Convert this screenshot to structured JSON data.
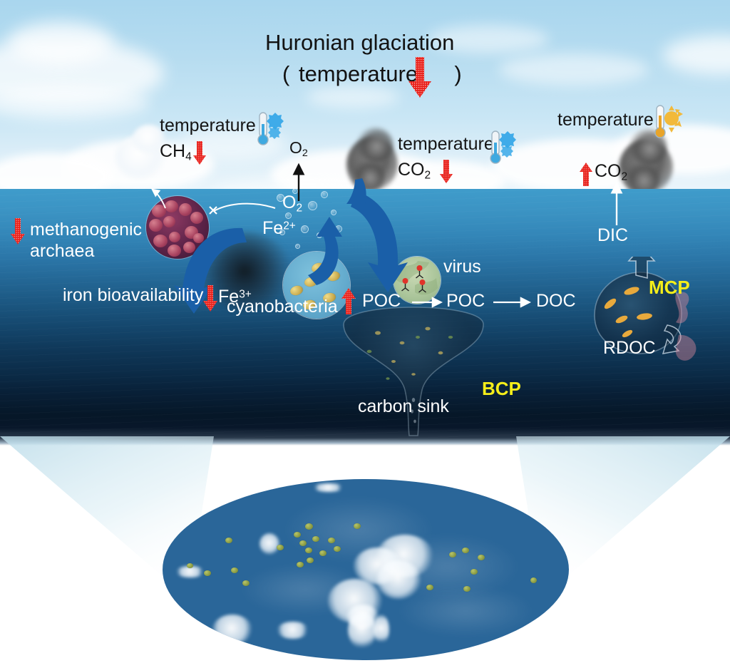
{
  "figure": {
    "title_line1": "Huronian glaciation",
    "title_line2_open": "(",
    "title_line2_text": "temperature",
    "title_line2_close": ")"
  },
  "colors": {
    "sky_top": "#a9d6ee",
    "sky_bottom": "#eaf5fb",
    "ocean_top": "#3f9ccb",
    "ocean_bottom": "#061728",
    "red_arrow": "#e8201a",
    "yellow_label": "#f5ee1a",
    "white_label": "#ffffff",
    "dark_label": "#151515",
    "blue_arrow": "#1a5fa8",
    "globe_ocean": "#2a6699",
    "globe_cell": "#8a9b43"
  },
  "atmosphere": {
    "left_group": {
      "temperature_label": "temperature",
      "thermometer_icon": "thermometer-cold-icon",
      "gas_label": "CH",
      "gas_sub": "4",
      "gas_arrow_icon": "red-down-arrow-icon",
      "gas_trend": "down"
    },
    "middle_group": {
      "temperature_label": "temperature",
      "thermometer_icon": "thermometer-cold-icon",
      "gas_label": "CO",
      "gas_sub": "2",
      "gas_arrow_icon": "red-down-arrow-icon",
      "gas_trend": "down"
    },
    "right_group": {
      "temperature_label": "temperature",
      "thermometer_icon": "thermometer-warm-sun-icon",
      "gas_label": "CO",
      "gas_sub": "2",
      "gas_arrow_icon": "red-up-arrow-icon",
      "gas_trend": "up"
    },
    "oxygen_outgas_label": "O",
    "oxygen_outgas_sub": "2"
  },
  "ocean": {
    "methanogenic": {
      "label_line1": "methanogenic",
      "label_line2": "archaea",
      "arrow_icon": "red-down-arrow-icon",
      "trend": "down",
      "inset_icon": "methanogenic-archaea-micrograph"
    },
    "iron_bioavailability": {
      "label": "iron bioavailability",
      "arrow_icon": "red-down-arrow-icon",
      "trend": "down"
    },
    "oxygen": {
      "label": "O",
      "sub": "2"
    },
    "ferrous": {
      "label": "Fe",
      "sup": "2+"
    },
    "ferric": {
      "label": "Fe",
      "sup": "3+"
    },
    "cyanobacteria": {
      "label": "cyanobacteria",
      "arrow_icon": "red-up-arrow-icon",
      "trend": "up",
      "inset_icon": "cyanobacteria-cells-inset"
    },
    "virus": {
      "label": "virus",
      "inset_icon": "virus-phage-inset"
    },
    "carbon_chain": [
      "POC",
      "POC",
      "DOC"
    ],
    "rdoc_label": "RDOC",
    "dic_label": "DIC",
    "mcp_label": "MCP",
    "bcp_label": "BCP",
    "carbon_sink_label": "carbon sink"
  },
  "globe_inset": {
    "icon": "glaciated-earth-ellipse-inset",
    "ocean_color": "#2a6699",
    "ice_color": "#ffffff",
    "cell_color": "#8a9b43",
    "cell_count": 32
  },
  "chart_data": {
    "type": "diagram",
    "title": "Huronian glaciation",
    "subtitle": "( temperature ↓ )",
    "description": "Conceptual diagram of the Huronian glaciation ocean carbon cycle",
    "nodes": [
      {
        "id": "temperature_left",
        "label": "temperature",
        "trend": "down",
        "zone": "atmosphere"
      },
      {
        "id": "ch4",
        "label": "CH4",
        "trend": "down",
        "zone": "atmosphere"
      },
      {
        "id": "temperature_mid",
        "label": "temperature",
        "trend": "down",
        "zone": "atmosphere"
      },
      {
        "id": "co2_down",
        "label": "CO2",
        "trend": "down",
        "zone": "atmosphere"
      },
      {
        "id": "temperature_right",
        "label": "temperature",
        "trend": "up",
        "zone": "atmosphere"
      },
      {
        "id": "co2_up",
        "label": "CO2",
        "trend": "up",
        "zone": "atmosphere"
      },
      {
        "id": "o2_out",
        "label": "O2",
        "trend": "none",
        "zone": "atmosphere"
      },
      {
        "id": "methanogenic_archaea",
        "label": "methanogenic archaea",
        "trend": "down",
        "zone": "ocean"
      },
      {
        "id": "iron_bioavailability",
        "label": "iron bioavailability",
        "trend": "down",
        "zone": "ocean"
      },
      {
        "id": "o2",
        "label": "O2",
        "trend": "none",
        "zone": "ocean"
      },
      {
        "id": "fe2",
        "label": "Fe2+",
        "trend": "none",
        "zone": "ocean"
      },
      {
        "id": "fe3",
        "label": "Fe3+",
        "trend": "none",
        "zone": "ocean"
      },
      {
        "id": "cyanobacteria",
        "label": "cyanobacteria",
        "trend": "up",
        "zone": "ocean"
      },
      {
        "id": "virus",
        "label": "virus",
        "trend": "none",
        "zone": "ocean"
      },
      {
        "id": "poc1",
        "label": "POC",
        "trend": "none",
        "zone": "ocean"
      },
      {
        "id": "poc2",
        "label": "POC",
        "trend": "none",
        "zone": "ocean"
      },
      {
        "id": "doc",
        "label": "DOC",
        "trend": "none",
        "zone": "ocean"
      },
      {
        "id": "rdoc",
        "label": "RDOC",
        "trend": "none",
        "zone": "ocean"
      },
      {
        "id": "dic",
        "label": "DIC",
        "trend": "none",
        "zone": "ocean"
      },
      {
        "id": "mcp",
        "label": "MCP",
        "trend": "none",
        "zone": "ocean"
      },
      {
        "id": "bcp",
        "label": "BCP",
        "trend": "none",
        "zone": "ocean"
      },
      {
        "id": "carbon_sink",
        "label": "carbon sink",
        "trend": "none",
        "zone": "ocean"
      }
    ],
    "edges": [
      {
        "from": "fe2",
        "to": "o2",
        "style": "blue-curve"
      },
      {
        "from": "fe2",
        "to": "fe3",
        "style": "blue-curve"
      },
      {
        "from": "o2",
        "to": "poc1",
        "style": "blue-curve"
      },
      {
        "from": "o2",
        "to": "o2_out",
        "style": "black-straight"
      },
      {
        "from": "o2",
        "to": "methanogenic_archaea",
        "style": "white-inhibition"
      },
      {
        "from": "poc1",
        "to": "poc2",
        "style": "white-straight"
      },
      {
        "from": "poc2",
        "to": "doc",
        "style": "white-straight"
      },
      {
        "from": "doc",
        "to": "rdoc",
        "style": "white-hook"
      },
      {
        "from": "doc",
        "to": "dic",
        "style": "white-up"
      },
      {
        "from": "dic",
        "to": "co2_up",
        "style": "white-up"
      },
      {
        "from": "poc1",
        "to": "carbon_sink",
        "style": "funnel"
      }
    ]
  }
}
